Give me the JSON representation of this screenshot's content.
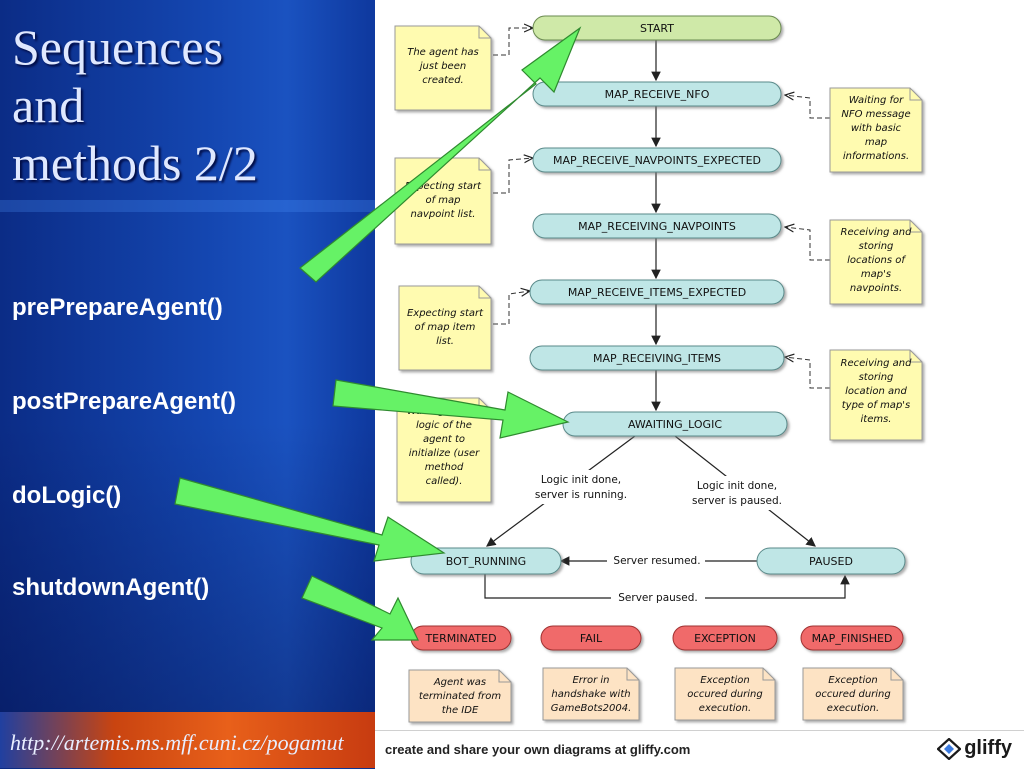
{
  "slide": {
    "title_lines": [
      "Sequences",
      "and",
      "methods 2/2"
    ],
    "methods": [
      "prePrepareAgent()",
      "postPrepareAgent()",
      "doLogic()",
      "shutdownAgent()"
    ],
    "url": "http://artemis.ms.mff.cuni.cz/pogamut"
  },
  "diagram": {
    "states": {
      "start": "START",
      "map_receive_nfo": "MAP_RECEIVE_NFO",
      "map_receive_navpoints_expected": "MAP_RECEIVE_NAVPOINTS_EXPECTED",
      "map_receiving_navpoints": "MAP_RECEIVING_NAVPOINTS",
      "map_receive_items_expected": "MAP_RECEIVE_ITEMS_EXPECTED",
      "map_receiving_items": "MAP_RECEIVING_ITEMS",
      "awaiting_logic": "AWAITING_LOGIC",
      "bot_running": "BOT_RUNNING",
      "paused": "PAUSED",
      "terminated": "TERMINATED",
      "fail": "FAIL",
      "exception": "EXCEPTION",
      "map_finished": "MAP_FINISHED"
    },
    "notes": {
      "start": [
        "The agent has",
        "just been",
        "created."
      ],
      "nfo": [
        "Waiting for",
        "NFO message",
        "with basic",
        "map",
        "informations."
      ],
      "navpoints_expected": [
        "Expecting start",
        "of map",
        "navpoint list."
      ],
      "receiving_navpoints": [
        "Receiving and",
        "storing",
        "locations of",
        "map's",
        "navpoints."
      ],
      "items_expected": [
        "Expecting start",
        "of map item",
        "list."
      ],
      "receiving_items": [
        "Receiving and",
        "storing",
        "location and",
        "type of map's",
        "items."
      ],
      "awaiting_logic": [
        "Waiting for the",
        "logic of the",
        "agent to",
        "initialize (user",
        "method",
        "called)."
      ],
      "terminated": [
        "Agent was",
        "terminated from",
        "the IDE"
      ],
      "fail": [
        "Error in",
        "handshake with",
        "GameBots2004."
      ],
      "exception": [
        "Exception",
        "occured during",
        "execution."
      ],
      "map_finished": [
        "Exception",
        "occured during",
        "execution."
      ]
    },
    "transitions": {
      "logic_running": [
        "Logic init done,",
        "server is running."
      ],
      "logic_paused": [
        "Logic init done,",
        "server is paused."
      ],
      "server_resumed": "Server resumed.",
      "server_paused": "Server paused."
    }
  },
  "footer": {
    "text": "create and share your own diagrams at gliffy.com",
    "brand": "gliffy"
  },
  "colors": {
    "state_teal": "#bfe6e6",
    "state_start": "#cfe9a8",
    "state_red": "#f06a6a",
    "note_yellow": "#fffbb0",
    "note_orange": "#fde3c4",
    "arrow_green": "#66f266"
  }
}
